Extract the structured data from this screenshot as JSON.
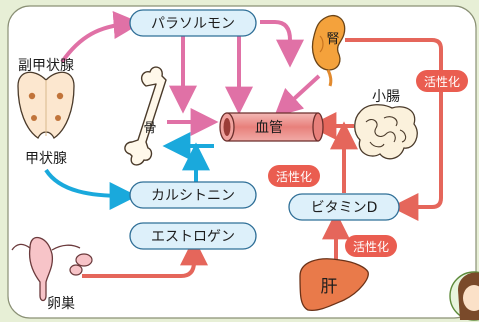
{
  "hormones": {
    "parathormone": "パラソルモン",
    "calcitonin": "カルシトニン",
    "estrogen": "エストロゲン",
    "vitamin_d": "ビタミンD"
  },
  "organs": {
    "parathyroid": "副甲状腺",
    "thyroid": "甲状腺",
    "bone": "骨",
    "blood_vessel": "血管",
    "small_intestine": "小腸",
    "kidney": "腎",
    "liver": "肝",
    "ovary": "卵巣"
  },
  "activation_labels": {
    "kidney": "活性化",
    "vitamin_d": "活性化",
    "liver": "活性化"
  },
  "colors": {
    "background": "#e7efd6",
    "panel": "#ffffff",
    "pink_arrow": "#e071a6",
    "blue_arrow": "#1aa9dc",
    "red_arrow": "#e5665b",
    "label_box": "#ddf0fa",
    "activation_pill": "#ea5d50"
  }
}
